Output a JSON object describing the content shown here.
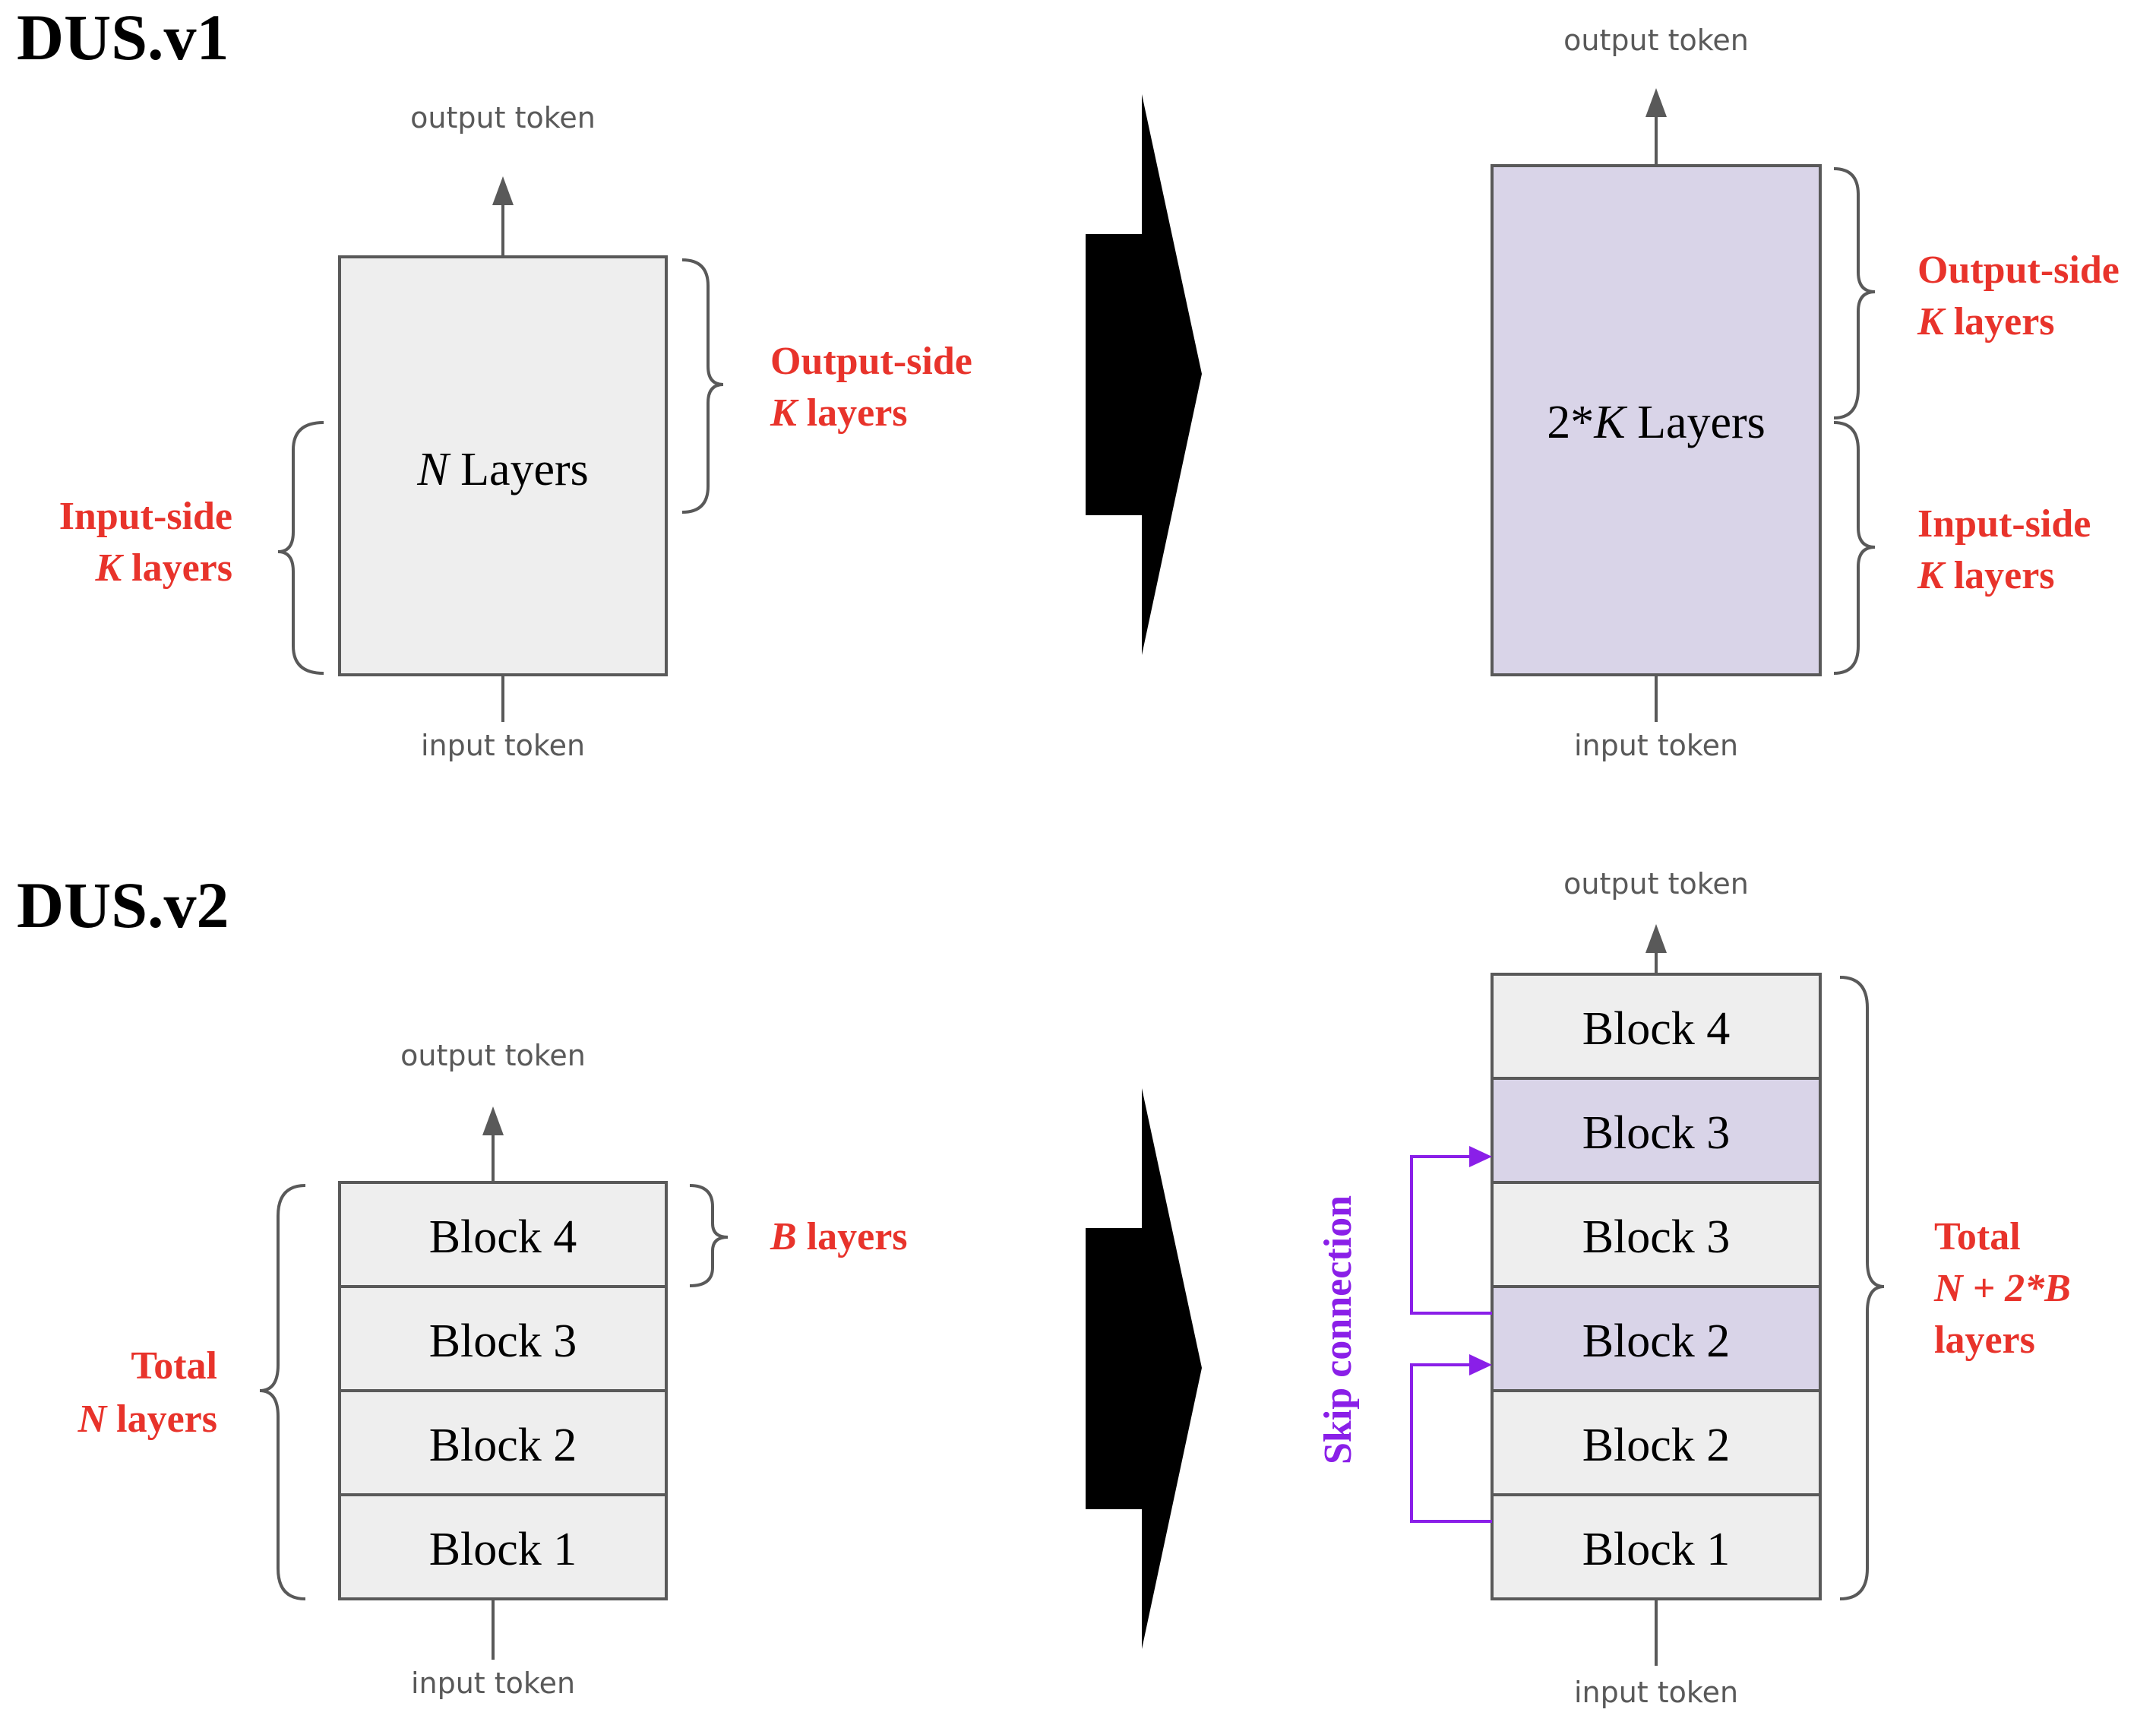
{
  "v1": {
    "title": "DUS.v1",
    "left": {
      "output_token": "output token",
      "input_token": "input token",
      "box_var": "N",
      "box_rest": " Layers",
      "output_side": {
        "line1": "Output-side",
        "var": "K",
        "rest": " layers"
      },
      "input_side": {
        "line1": "Input-side",
        "var": "K",
        "rest": " layers"
      }
    },
    "right": {
      "output_token": "output token",
      "input_token": "input token",
      "box_pre": "2*",
      "box_var": "K",
      "box_rest": " Layers",
      "output_side": {
        "line1": "Output-side",
        "var": "K",
        "rest": " layers"
      },
      "input_side": {
        "line1": "Input-side",
        "var": "K",
        "rest": " layers"
      }
    }
  },
  "v2": {
    "title": "DUS.v2",
    "left": {
      "output_token": "output token",
      "input_token": "input token",
      "blocks": [
        "Block 4",
        "Block 3",
        "Block 2",
        "Block 1"
      ],
      "b_layers": {
        "var": "B",
        "rest": " layers"
      },
      "total": {
        "line1": "Total",
        "var": "N",
        "rest": " layers"
      }
    },
    "right": {
      "output_token": "output token",
      "input_token": "input token",
      "blocks": [
        "Block 4",
        "Block 3",
        "Block 3",
        "Block 2",
        "Block 2",
        "Block 1"
      ],
      "skip_label": "Skip connection",
      "total": {
        "line1": "Total",
        "expr": "N + 2*B",
        "line3": "layers"
      }
    }
  },
  "colors": {
    "red": "#e8332b",
    "purple": "#8a1fe8",
    "box_gray": "#eeeeee",
    "box_lavender": "#d9d4e8",
    "line_gray": "#595959"
  }
}
